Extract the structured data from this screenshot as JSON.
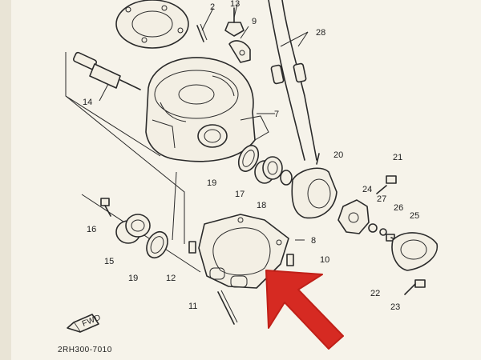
{
  "labels": {
    "p2": "2",
    "p7": "7",
    "p8": "8",
    "p9": "9",
    "p10": "10",
    "p11": "11",
    "p12": "12",
    "p13": "13",
    "p14": "14",
    "p15": "15",
    "p16": "16",
    "p17": "17",
    "p18": "18",
    "p19a": "19",
    "p19b": "19",
    "p20": "20",
    "p21": "21",
    "p22": "22",
    "p23": "23",
    "p24": "24",
    "p25": "25",
    "p26": "26",
    "p27": "27",
    "p28": "28"
  },
  "fwd_text": "FWD",
  "drawing_code": "2RH300-7010",
  "annotation_arrow_color": "#d62a22",
  "line_color": "#2a2a2a",
  "paper_color": "#f6f3ea"
}
